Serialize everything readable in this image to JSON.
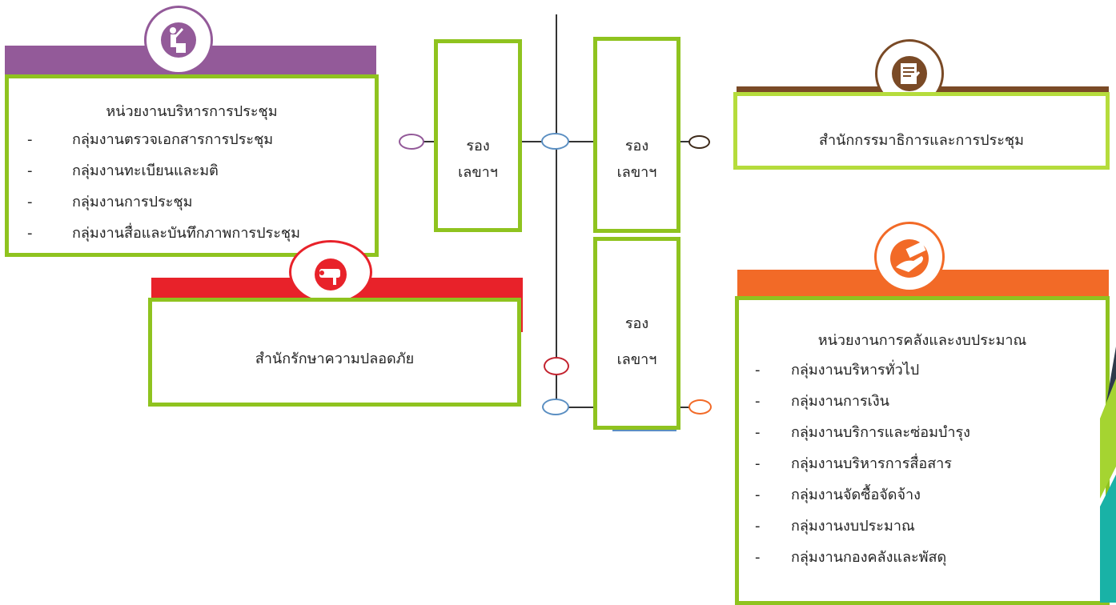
{
  "colors": {
    "purple": "#935a99",
    "brown": "#7a4a26",
    "red": "#e8222a",
    "orange": "#f26a27",
    "green_border": "#8fc31f",
    "light_green_border": "#b5dc3c",
    "blue_ring": "#5b8fc2",
    "dark_ring": "#3d2a1a"
  },
  "meeting_unit": {
    "icon": "presenter-icon",
    "title": "หน่วยงานบริหารการประชุม",
    "items": [
      "กลุ่มงานตรวจเอกสารการประชุม",
      "กลุ่มงานทะเบียนและมติ",
      "กลุ่มงานการประชุม",
      "กลุ่มงานสื่อและบันทึกภาพการประชุม"
    ]
  },
  "committee_office": {
    "icon": "notepad-icon",
    "title": "สำนักกรรมาธิการและการประชุม"
  },
  "security_office": {
    "icon": "security-camera-icon",
    "title": "สำนักรักษาความปลอดภัย"
  },
  "finance_unit": {
    "icon": "money-hand-icon",
    "title": "หน่วยงานการคลังและงบประมาณ",
    "items": [
      "กลุ่มงานบริหารทั่วไป",
      "กลุ่มงานการเงิน",
      "กลุ่มงานบริการและซ่อมบำรุง",
      "กลุ่มงานบริหารการสื่อสาร",
      "กลุ่มงานจัดซื้อจัดจ้าง",
      "กลุ่มงานงบประมาณ",
      "กลุ่มงานกองคลังและพัสดุ"
    ]
  },
  "deputies": [
    {
      "line1": "รอง",
      "line2": "เลขาฯ"
    },
    {
      "line1": "รอง",
      "line2": "เลขาฯ"
    },
    {
      "line1": "รอง",
      "line2": "เลขาฯ"
    }
  ],
  "dash": "-"
}
